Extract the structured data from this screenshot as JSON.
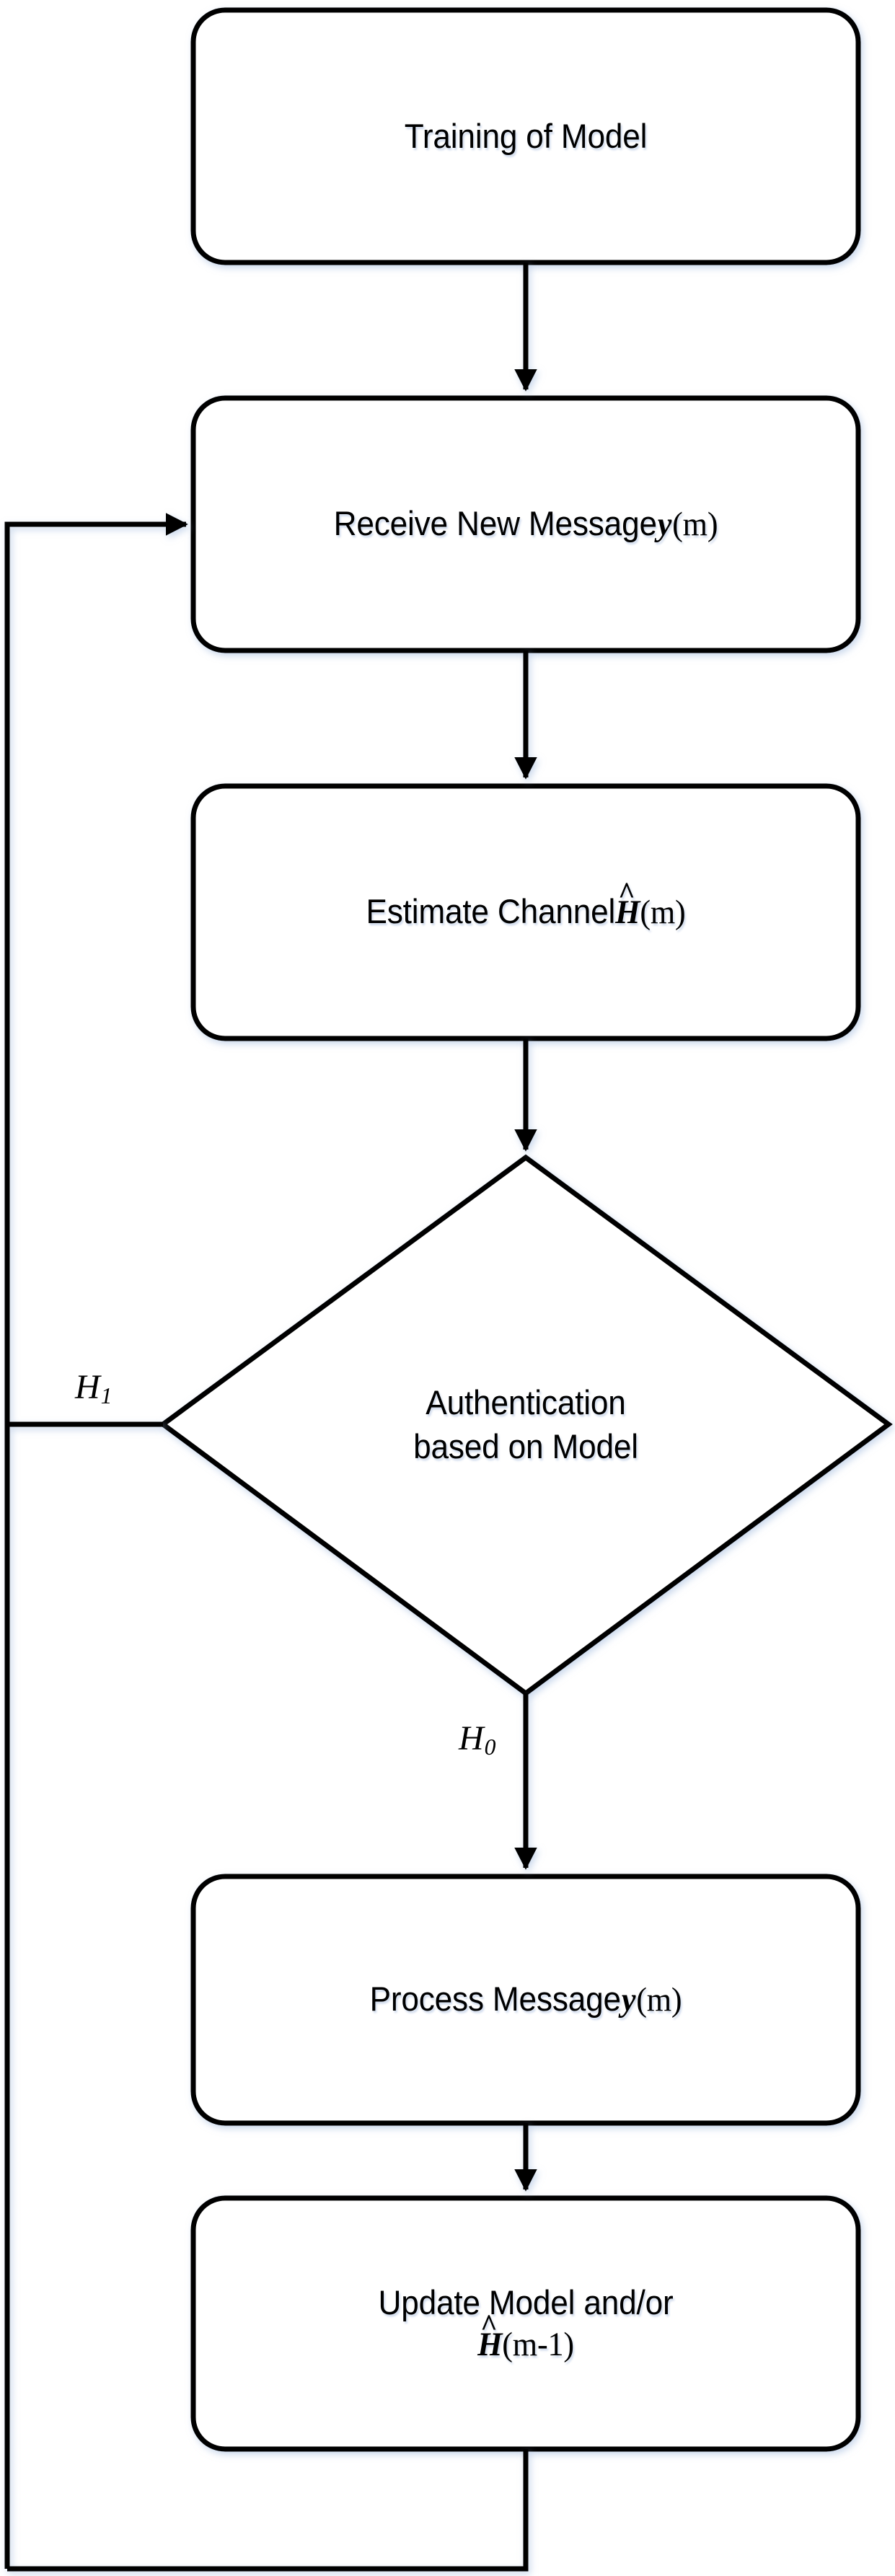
{
  "diagram": {
    "title": "Machine-learning based physical layer authentication flowchart",
    "background_color": "#ffffff",
    "stroke_color": "#000000",
    "fill_color": "#ffffff",
    "shadow_color": "#c9d8ef",
    "stroke_width": 7
  },
  "nodes": [
    {
      "id": "training",
      "type": "process",
      "shape": "rounded-rect",
      "lines": [
        {
          "parts": [
            {
              "text": "Training of Model",
              "style": "plain"
            }
          ]
        }
      ]
    },
    {
      "id": "receive",
      "type": "process",
      "shape": "rounded-rect",
      "lines": [
        {
          "parts": [
            {
              "text": "Receive New Message ",
              "style": "plain"
            },
            {
              "text": "y",
              "style": "math-var"
            },
            {
              "text": " (m)",
              "style": "math-plain"
            }
          ]
        }
      ]
    },
    {
      "id": "estimate",
      "type": "process",
      "shape": "rounded-rect",
      "lines": [
        {
          "parts": [
            {
              "text": "Estimate Channel ",
              "style": "plain"
            },
            {
              "text": "H",
              "style": "math-var-hat"
            },
            {
              "text": " (m)",
              "style": "math-plain"
            }
          ]
        }
      ]
    },
    {
      "id": "authentication",
      "type": "decision",
      "shape": "diamond",
      "lines": [
        {
          "parts": [
            {
              "text": "Authentication",
              "style": "plain"
            }
          ]
        },
        {
          "parts": [
            {
              "text": "based on Model",
              "style": "plain"
            }
          ]
        }
      ]
    },
    {
      "id": "process_message",
      "type": "process",
      "shape": "rounded-rect",
      "lines": [
        {
          "parts": [
            {
              "text": "Process Message ",
              "style": "plain"
            },
            {
              "text": "y",
              "style": "math-var"
            },
            {
              "text": " (m)",
              "style": "math-plain"
            }
          ]
        }
      ]
    },
    {
      "id": "update",
      "type": "process",
      "shape": "rounded-rect",
      "lines": [
        {
          "parts": [
            {
              "text": "Update Model and/or",
              "style": "plain"
            }
          ]
        },
        {
          "parts": [
            {
              "text": "H",
              "style": "math-var-hat"
            },
            {
              "text": " (m-1)",
              "style": "math-plain"
            }
          ]
        }
      ]
    }
  ],
  "labels": {
    "branch_reject": {
      "symbol": "H",
      "subscript": "1"
    },
    "branch_accept": {
      "symbol": "H",
      "subscript": "0"
    }
  },
  "node_text": {
    "training": {
      "l0": "Training of Model"
    },
    "receive": {
      "prefix": "Receive New Message",
      "var": "y",
      "arg": "(m)"
    },
    "estimate": {
      "prefix": "Estimate Channel",
      "var": "H",
      "hat": "^",
      "arg": "(m)"
    },
    "authentication": {
      "l0": "Authentication",
      "l1": "based on Model"
    },
    "process_message": {
      "prefix": "Process Message",
      "var": "y",
      "arg": "(m)"
    },
    "update": {
      "l0": "Update Model and/or",
      "var": "H",
      "hat": "^",
      "arg": "(m-1)"
    }
  },
  "edges": [
    {
      "id": "e1",
      "from": "training",
      "to": "receive",
      "label": ""
    },
    {
      "id": "e2",
      "from": "receive",
      "to": "estimate",
      "label": ""
    },
    {
      "id": "e3",
      "from": "estimate",
      "to": "authentication",
      "label": ""
    },
    {
      "id": "e4",
      "from": "authentication",
      "to": "receive",
      "label": "H1",
      "direction": "left-loop-up"
    },
    {
      "id": "e5",
      "from": "authentication",
      "to": "process_message",
      "label": "H0",
      "direction": "down"
    },
    {
      "id": "e6",
      "from": "process_message",
      "to": "update",
      "label": ""
    },
    {
      "id": "e7",
      "from": "update",
      "to": "receive",
      "label": "",
      "direction": "bottom-loop-left-up"
    }
  ]
}
